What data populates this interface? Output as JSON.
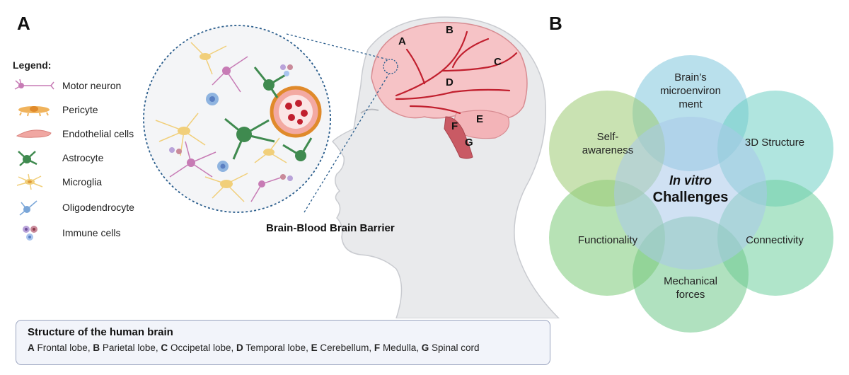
{
  "panel_a": {
    "letter": "A",
    "legend": {
      "title": "Legend:",
      "items": [
        {
          "label": "Motor neuron",
          "icon": "motor-neuron-icon",
          "color": "#c77bb5"
        },
        {
          "label": "Pericyte",
          "icon": "pericyte-icon",
          "color": "#f0b35c"
        },
        {
          "label": "Endothelial cells",
          "icon": "endothelial-cell-icon",
          "color": "#f0a7a2"
        },
        {
          "label": "Astrocyte",
          "icon": "astrocyte-icon",
          "color": "#3f8a4f"
        },
        {
          "label": "Microglia",
          "icon": "microglia-icon",
          "color": "#f1cf7a"
        },
        {
          "label": "Oligodendrocyte",
          "icon": "oligodendrocyte-icon",
          "color": "#7aa6d8"
        },
        {
          "label": "Immune cells",
          "icon": "immune-cells-icon",
          "color": "#a488c4"
        }
      ]
    },
    "brain_letters": [
      "A",
      "B",
      "C",
      "D",
      "E",
      "F",
      "G"
    ],
    "bbb_label": "Brain-Blood Brain Barrier",
    "structure": {
      "title": "Structure of the human brain",
      "parts": [
        {
          "key": "A",
          "name": "Frontal lobe"
        },
        {
          "key": "B",
          "name": "Parietal lobe"
        },
        {
          "key": "C",
          "name": "Occipetal lobe"
        },
        {
          "key": "D",
          "name": "Temporal lobe"
        },
        {
          "key": "E",
          "name": "Cerebellum"
        },
        {
          "key": "F",
          "name": "Medulla"
        },
        {
          "key": "G",
          "name": "Spinal cord"
        }
      ]
    }
  },
  "panel_b": {
    "letter": "B",
    "center_line1": "In vitro",
    "center_line2": "Challenges",
    "circles": [
      {
        "label": "Brain's microenviron ment",
        "lines": [
          "Brain’s",
          "microenviron",
          "ment"
        ],
        "color": "#7fc6dc"
      },
      {
        "label": "3D Structure",
        "lines": [
          "3D Structure"
        ],
        "color": "#6fd0c4"
      },
      {
        "label": "Connectivity",
        "lines": [
          "Connectivity"
        ],
        "color": "#70cf9e"
      },
      {
        "label": "Mechanical forces",
        "lines": [
          "Mechanical",
          "forces"
        ],
        "color": "#6fc98a"
      },
      {
        "label": "Functionality",
        "lines": [
          "Functionality"
        ],
        "color": "#7ccb78"
      },
      {
        "label": "Self-awareness",
        "lines": [
          "Self-",
          "awareness"
        ],
        "color": "#9ccb72"
      }
    ],
    "center_color": "#a9c8ea"
  }
}
